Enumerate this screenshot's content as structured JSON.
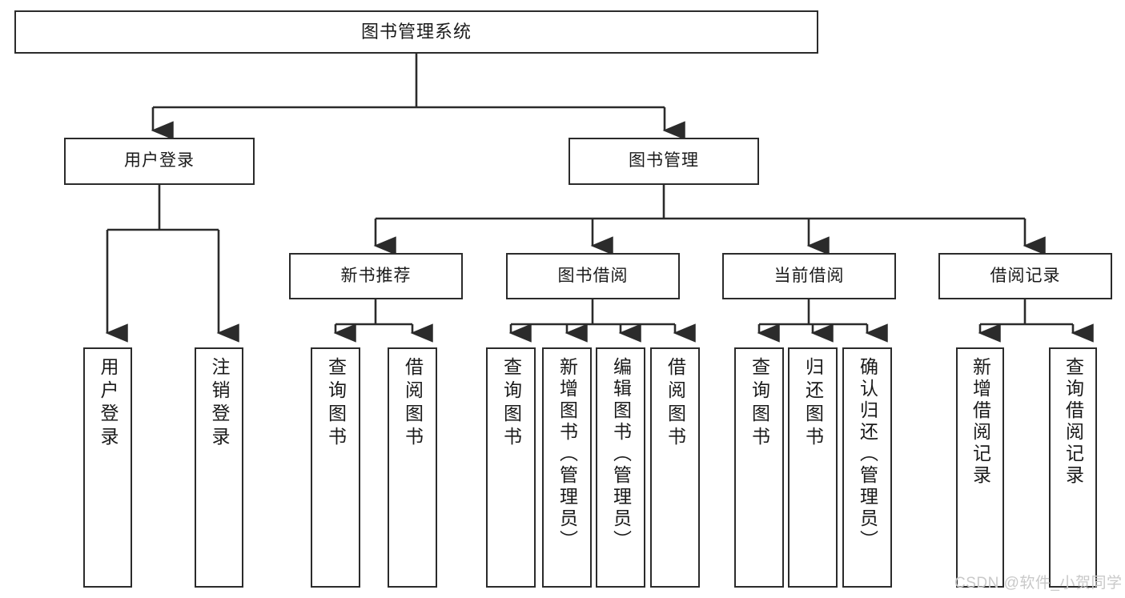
{
  "diagram": {
    "type": "tree",
    "title": "图书管理系统",
    "watermark": "CSDN @软件_小贺同学",
    "colors": {
      "box_border": "#2b2b2b",
      "box_fill": "#ffffff",
      "connector": "#2b2b2b",
      "text": "#1a1a1a",
      "watermark": "#c9c9c9"
    },
    "nodes": {
      "root": {
        "label": "图书管理系统"
      },
      "level2": [
        {
          "id": "user-login",
          "label": "用户登录"
        },
        {
          "id": "book-manage",
          "label": "图书管理"
        }
      ],
      "level3": [
        {
          "id": "new-book-rec",
          "label": "新书推荐"
        },
        {
          "id": "book-borrow",
          "label": "图书借阅"
        },
        {
          "id": "current-borrow",
          "label": "当前借阅"
        },
        {
          "id": "borrow-record",
          "label": "借阅记录"
        }
      ],
      "leaves": [
        {
          "id": "leaf-user-login",
          "label": "用户登录",
          "parent": "user-login"
        },
        {
          "id": "leaf-user-logout",
          "label": "注销登录",
          "parent": "user-login"
        },
        {
          "id": "leaf-query-book-1",
          "label": "查询图书",
          "parent": "new-book-rec"
        },
        {
          "id": "leaf-borrow-book-1",
          "label": "借阅图书",
          "parent": "new-book-rec"
        },
        {
          "id": "leaf-query-book-2",
          "label": "查询图书",
          "parent": "book-borrow"
        },
        {
          "id": "leaf-add-book",
          "label": "新增图书（管理员）",
          "parent": "book-borrow"
        },
        {
          "id": "leaf-edit-book",
          "label": "编辑图书（管理员）",
          "parent": "book-borrow"
        },
        {
          "id": "leaf-borrow-book-2",
          "label": "借阅图书",
          "parent": "book-borrow"
        },
        {
          "id": "leaf-query-book-3",
          "label": "查询图书",
          "parent": "current-borrow"
        },
        {
          "id": "leaf-return-book",
          "label": "归还图书",
          "parent": "current-borrow"
        },
        {
          "id": "leaf-confirm-return",
          "label": "确认归还（管理员）",
          "parent": "current-borrow"
        },
        {
          "id": "leaf-add-record",
          "label": "新增借阅记录",
          "parent": "borrow-record"
        },
        {
          "id": "leaf-query-record",
          "label": "查询借阅记录",
          "parent": "borrow-record"
        }
      ]
    }
  }
}
